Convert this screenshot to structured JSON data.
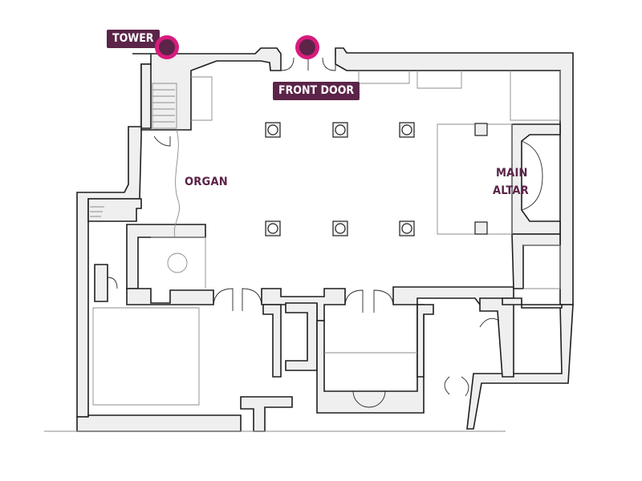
{
  "markers": {
    "tower": {
      "label": "TOWER"
    },
    "front_door": {
      "label": "FRONT DOOR"
    }
  },
  "labels": {
    "organ": "ORGAN",
    "main_altar_line1": "MAIN",
    "main_altar_line2": "ALTAR"
  },
  "colors": {
    "marker_fill": "#5b2448",
    "marker_ring": "#d81b7c",
    "label_text": "#5b2448",
    "wall_fill": "#efefef",
    "wall_stroke": "#1e1e1e"
  }
}
